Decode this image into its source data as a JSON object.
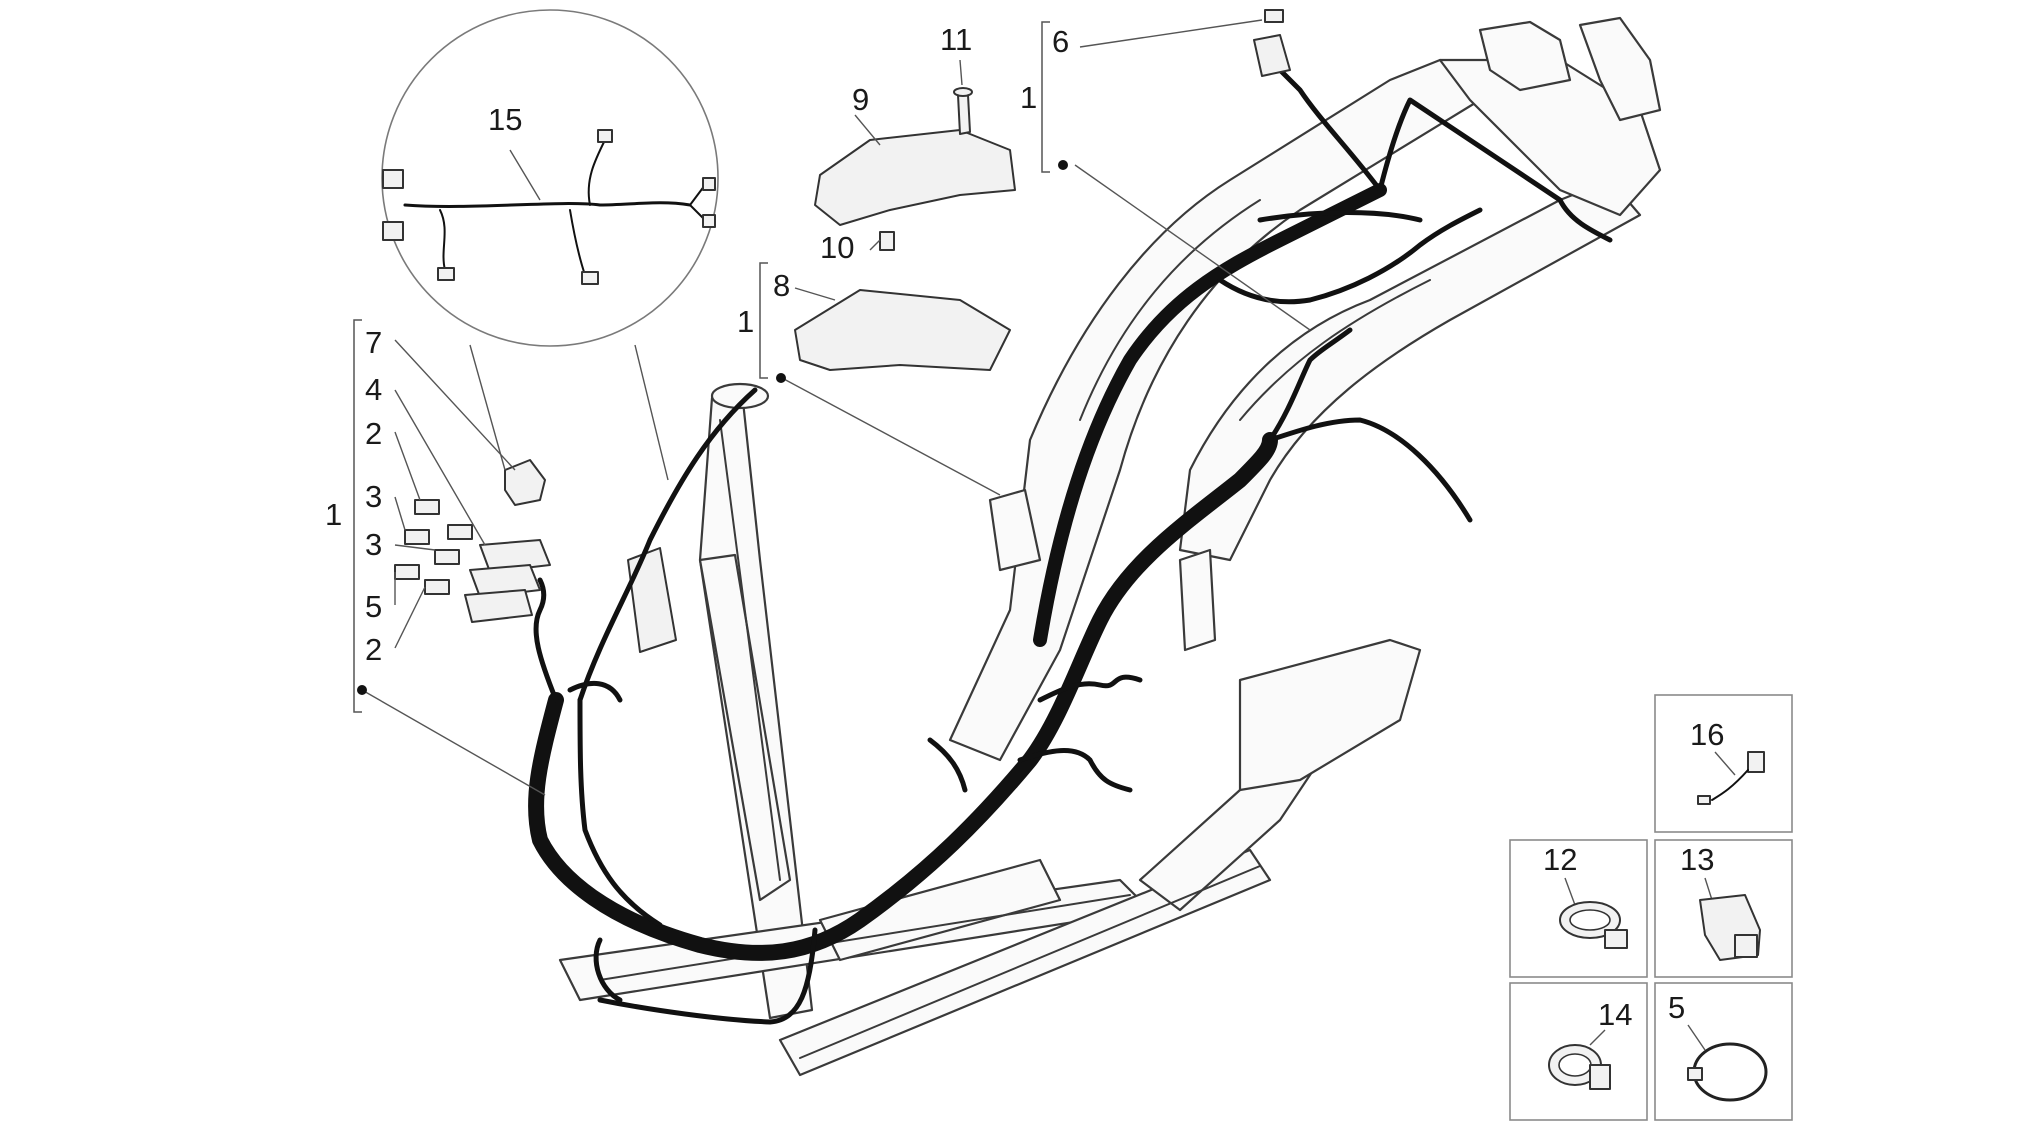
{
  "callouts": {
    "c15": "15",
    "c11": "11",
    "c9": "9",
    "c10": "10",
    "c8": "8",
    "c1_mid": "1",
    "c6": "6",
    "c1_top": "1",
    "c7": "7",
    "c4": "4",
    "c2_a": "2",
    "c3_a": "3",
    "c3_b": "3",
    "c5_a": "5",
    "c2_b": "2",
    "c1_left": "1",
    "c16": "16",
    "c12": "12",
    "c13": "13",
    "c14": "14",
    "c5_b": "5"
  },
  "colors": {
    "harness": "#111111",
    "frame_outline": "#3a3a3a",
    "leader": "#555555",
    "inset_border": "#8a8a8a"
  }
}
